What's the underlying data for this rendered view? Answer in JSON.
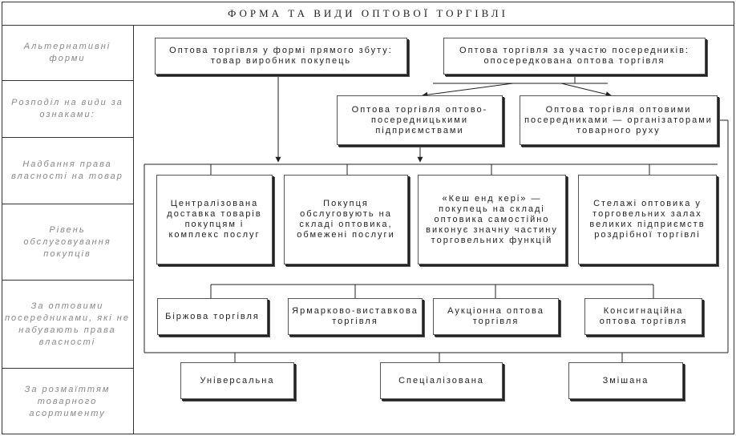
{
  "title": "ФОРМА ТА ВИДИ ОПТОВОЇ ТОРГІВЛІ",
  "left_column": [
    "Альтернативні форми",
    "Розподіл на види за ознаками:",
    "Надбання права власності на товар",
    "Рівень обслуговування покупців",
    "За оптовими посередниками, які не набувають права власності",
    "За розмаїттям товарного асортименту"
  ],
  "top_boxes": {
    "direct": "Оптова торгівля у формі прямого збуту: товар виробник покупець",
    "intermediary": "Оптова торгівля за участю посередників: опосередкована оптова торгівля"
  },
  "mid_boxes": {
    "enterprises": "Оптова торгівля оптово-посередницькими підприємствами",
    "organizers": "Оптова торгівля оптовими посередниками — організаторами товарного руху"
  },
  "service_boxes": [
    "Централізована доставка товарів покупцям і комплекс послуг",
    "Покупця обслуговують на складі оптовика, обмежені послуги",
    "«Кеш енд кері» — покупець на складі оптовика самостійно виконує значну частину торговельних функцій",
    "Стелажі оптовика у торговельних залах великих підприємств роздрібної торгівлі"
  ],
  "intermediary_boxes": [
    "Біржова торгівля",
    "Ярмарково-виставкова торгівля",
    "Аукціонна оптова торгівля",
    "Консигнаційна оптова торгівля"
  ],
  "assortment_boxes": [
    "Універсальна",
    "Спеціалізована",
    "Змішана"
  ]
}
